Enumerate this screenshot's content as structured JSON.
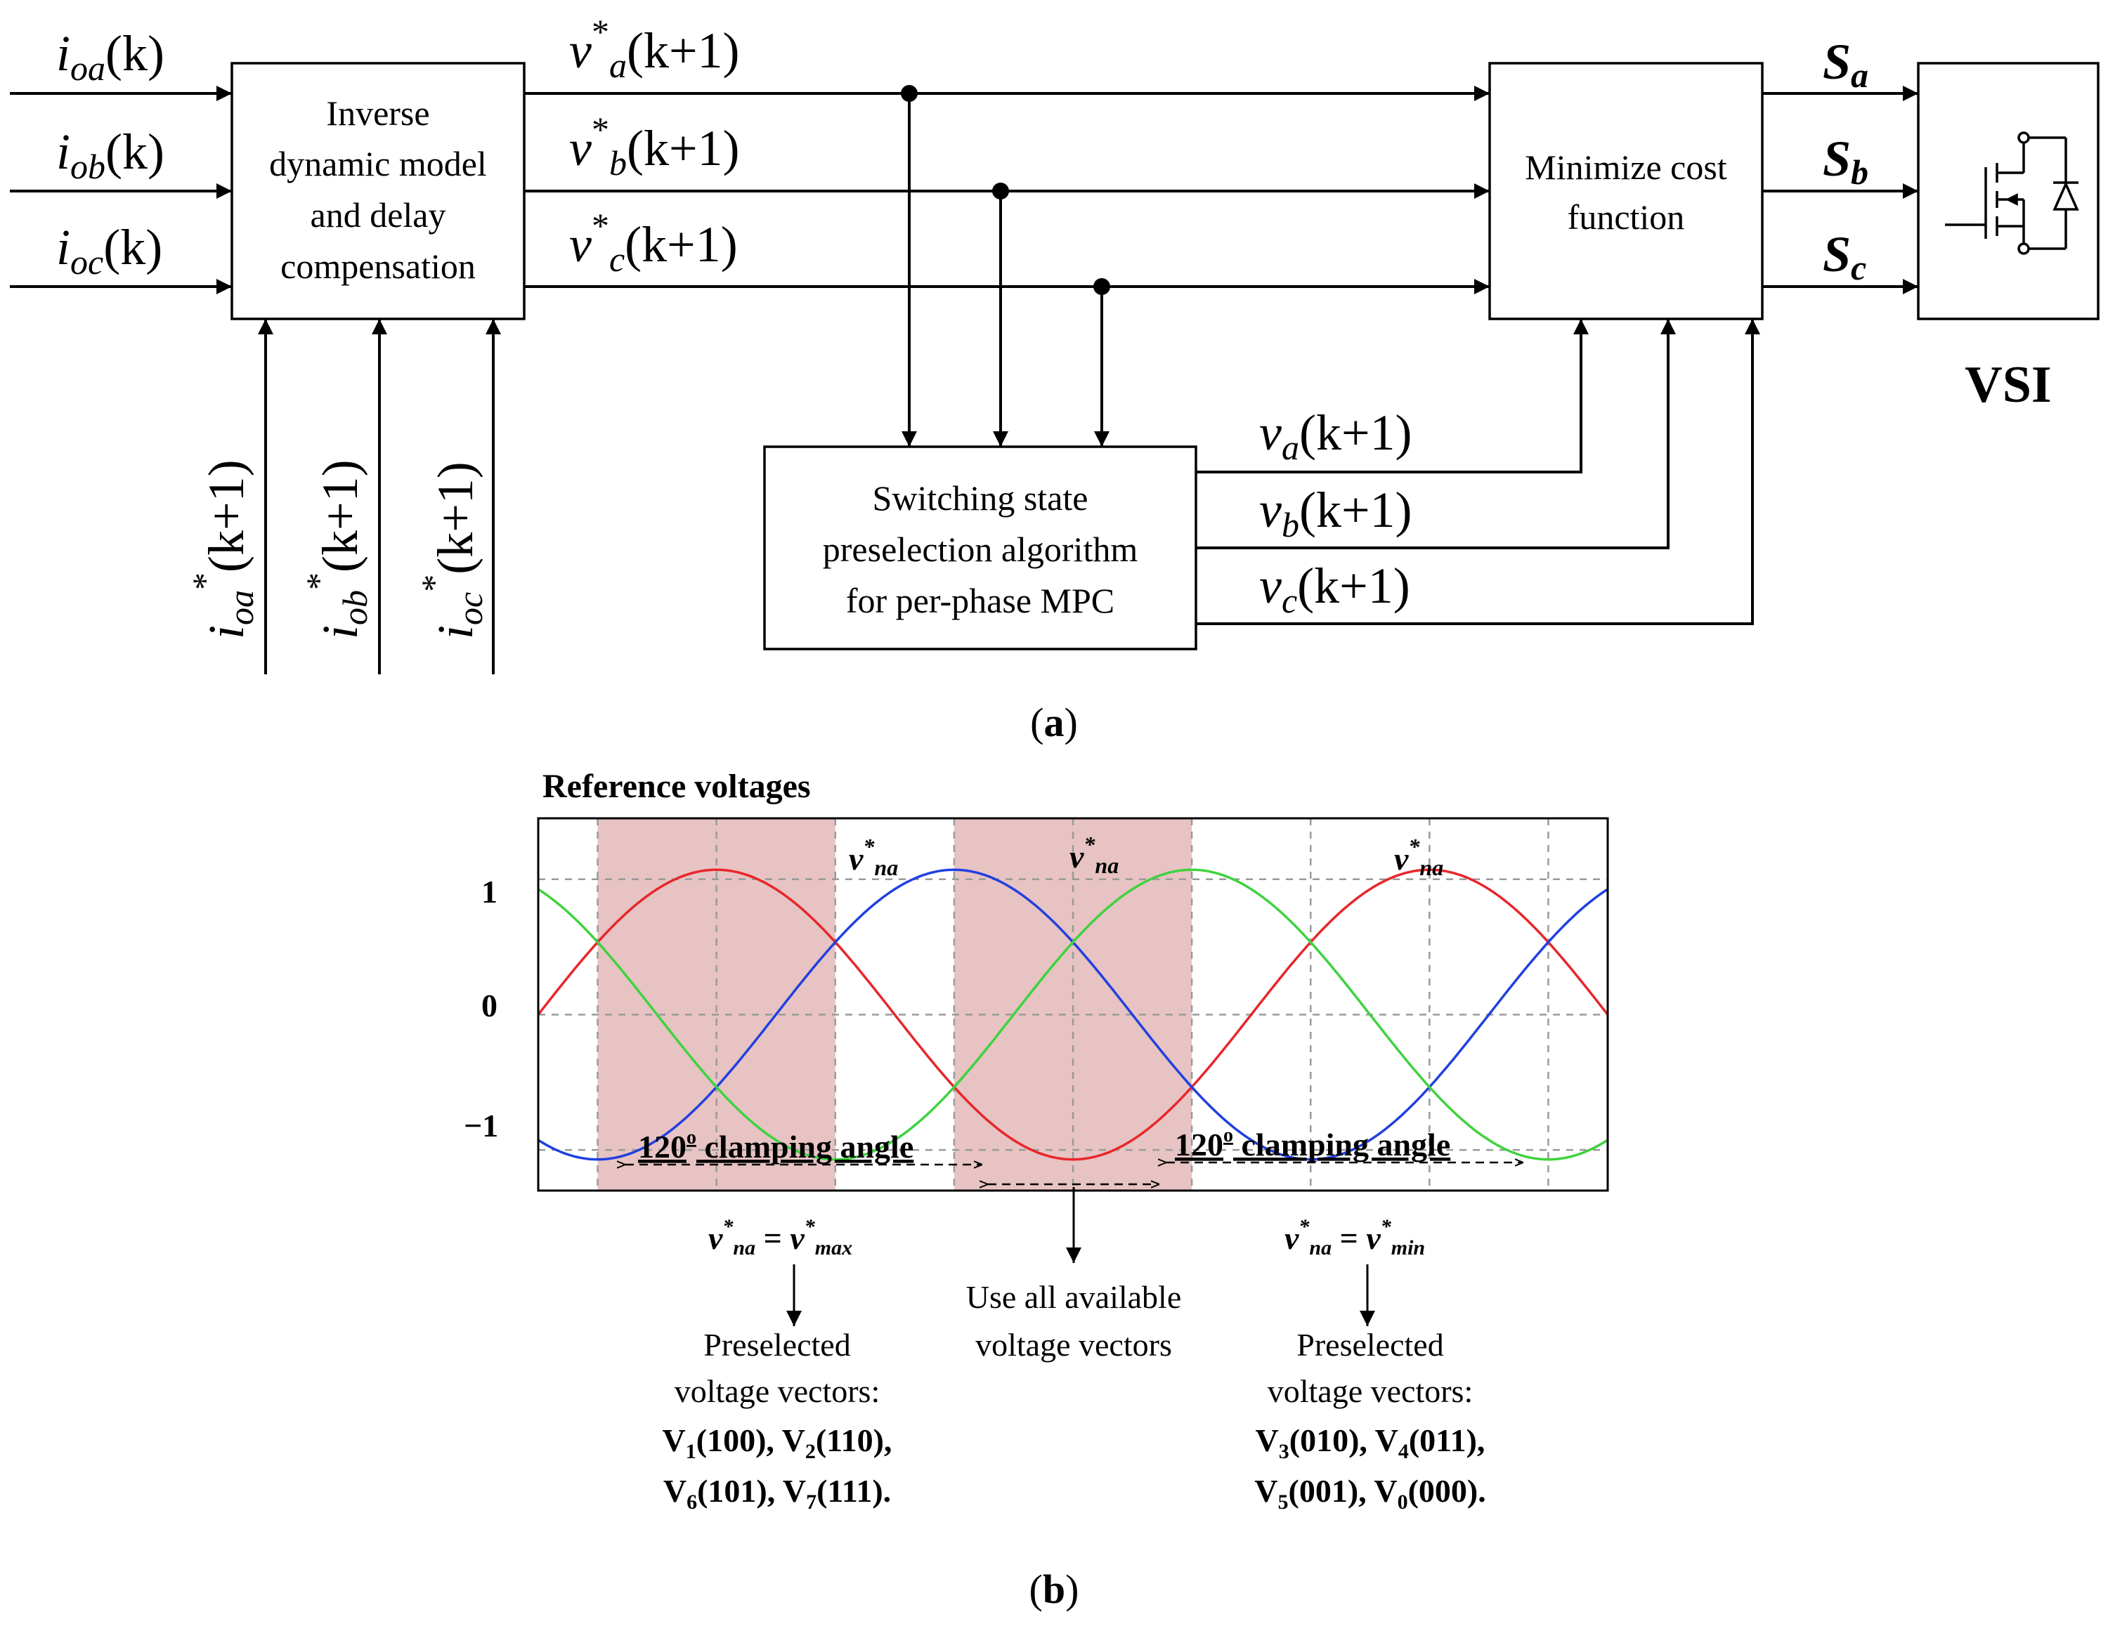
{
  "diagram_a": {
    "inputs": {
      "ia": {
        "sym": "i",
        "sub": "oa",
        "rest": "(k)"
      },
      "ib": {
        "sym": "i",
        "sub": "ob",
        "rest": "(k)"
      },
      "ic": {
        "sym": "i",
        "sub": "oc",
        "rest": "(k)"
      }
    },
    "block_inverse": [
      "Inverse",
      "dynamic model",
      "and delay",
      "compensation"
    ],
    "refs": {
      "ia": {
        "sym": "i",
        "sub": "oa",
        "sup": "*",
        "rest": "(k+1)"
      },
      "ib": {
        "sym": "i",
        "sub": "ob",
        "sup": "*",
        "rest": "(k+1)"
      },
      "ic": {
        "sym": "i",
        "sub": "oc",
        "sup": "*",
        "rest": "(k+1)"
      }
    },
    "vstar": {
      "a": {
        "sym": "v",
        "sup": "*",
        "sub": "a",
        "rest": "(k+1)"
      },
      "b": {
        "sym": "v",
        "sup": "*",
        "sub": "b",
        "rest": "(k+1)"
      },
      "c": {
        "sym": "v",
        "sup": "*",
        "sub": "c",
        "rest": "(k+1)"
      }
    },
    "block_cost": [
      "Minimize cost",
      "function"
    ],
    "block_preselect": [
      "Switching state",
      "preselection algorithm",
      "for per-phase MPC"
    ],
    "vpred": {
      "a": {
        "sym": "v",
        "sub": "a",
        "rest": "(k+1)"
      },
      "b": {
        "sym": "v",
        "sub": "b",
        "rest": "(k+1)"
      },
      "c": {
        "sym": "v",
        "sub": "c",
        "rest": "(k+1)"
      }
    },
    "switch_signals": {
      "a": {
        "sym": "S",
        "sub": "a"
      },
      "b": {
        "sym": "S",
        "sub": "b"
      },
      "c": {
        "sym": "S",
        "sub": "c"
      }
    },
    "vsi_label": "VSI",
    "caption": {
      "open": "(",
      "letter": "a",
      "close": ")"
    }
  },
  "diagram_b": {
    "title": "Reference voltages",
    "y_ticks": [
      "1",
      "0",
      "−1"
    ],
    "curve_labels": {
      "red": {
        "sym": "v",
        "sup": "*",
        "sub": "na",
        "color": "#e8262a"
      },
      "blue": {
        "sym": "v",
        "sup": "*",
        "sub": "na",
        "color": "#2040e0"
      },
      "green": {
        "sym": "v",
        "sup": "*",
        "sub": "na",
        "color": "#3fd23f"
      }
    },
    "clamp_left": {
      "num": "120",
      "deg": "o",
      "text": " clamping angle"
    },
    "clamp_right": {
      "num": "120",
      "deg": "o",
      "text": " clamping angle"
    },
    "eq_left": {
      "lhs": "v",
      "lhs_sup": "*",
      "lhs_sub": "na",
      "eq": " = ",
      "rhs": "v",
      "rhs_sup": "*",
      "rhs_sub": "max"
    },
    "eq_right": {
      "lhs": "v",
      "lhs_sup": "*",
      "lhs_sub": "na",
      "eq": " = ",
      "rhs": "v",
      "rhs_sup": "*",
      "rhs_sub": "min"
    },
    "middle_text": [
      "Use all available",
      "voltage vectors"
    ],
    "left_text": [
      "Preselected",
      "voltage vectors:"
    ],
    "left_vectors": [
      [
        {
          "v": "V",
          "s": "1",
          "c": "(100), "
        },
        {
          "v": "V",
          "s": "2",
          "c": "(110),"
        }
      ],
      [
        {
          "v": "V",
          "s": "6",
          "c": "(101), "
        },
        {
          "v": "V",
          "s": "7",
          "c": "(111)."
        }
      ]
    ],
    "right_text": [
      "Preselected",
      "voltage vectors:"
    ],
    "right_vectors": [
      [
        {
          "v": "V",
          "s": "3",
          "c": "(010), "
        },
        {
          "v": "V",
          "s": "4",
          "c": "(011),"
        }
      ],
      [
        {
          "v": "V",
          "s": "5",
          "c": "(001), "
        },
        {
          "v": "V",
          "s": "0",
          "c": "(000)."
        }
      ]
    ],
    "chart_data": {
      "type": "line",
      "title": "Reference voltages",
      "x_range_deg": [
        0,
        540
      ],
      "ylim": [
        -1.3,
        1.45
      ],
      "y_ticks": [
        1,
        0,
        -1
      ],
      "series": [
        {
          "color": "#e8262a",
          "amplitude": 1.07,
          "phase_deg": 0
        },
        {
          "color": "#2040e0",
          "amplitude": 1.07,
          "phase_deg": -120
        },
        {
          "color": "#3fd23f",
          "amplitude": 1.07,
          "phase_deg": 120
        }
      ],
      "shaded_intervals_deg": [
        [
          30,
          150
        ],
        [
          210,
          330
        ]
      ],
      "grid": true,
      "colors": {
        "shade": "#e7c3c3"
      }
    },
    "caption": {
      "open": "(",
      "letter": "b",
      "close": ")"
    }
  }
}
